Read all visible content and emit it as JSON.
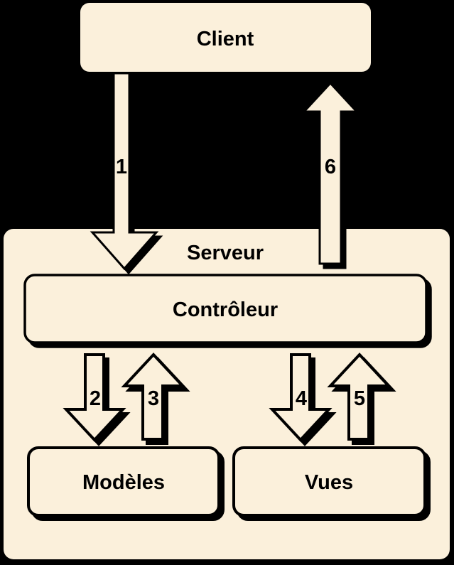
{
  "colors": {
    "background": "#000000",
    "box_fill": "#FBF0DB",
    "outline": "#000000"
  },
  "diagram": {
    "client": {
      "label": "Client"
    },
    "server": {
      "label": "Serveur"
    },
    "controller": {
      "label": "Contrôleur"
    },
    "models": {
      "label": "Modèles"
    },
    "views": {
      "label": "Vues"
    },
    "arrows": [
      {
        "label": "1",
        "direction": "down",
        "from": "Client",
        "to": "Contrôleur"
      },
      {
        "label": "2",
        "direction": "down",
        "from": "Contrôleur",
        "to": "Modèles"
      },
      {
        "label": "3",
        "direction": "up",
        "from": "Modèles",
        "to": "Contrôleur"
      },
      {
        "label": "4",
        "direction": "down",
        "from": "Contrôleur",
        "to": "Vues"
      },
      {
        "label": "5",
        "direction": "up",
        "from": "Vues",
        "to": "Contrôleur"
      },
      {
        "label": "6",
        "direction": "up",
        "from": "Contrôleur",
        "to": "Client"
      }
    ]
  }
}
